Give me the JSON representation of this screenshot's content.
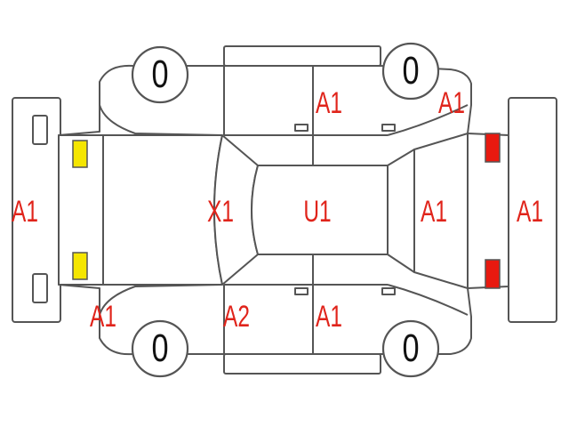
{
  "colors": {
    "damage_text": "#e0241b",
    "tyre_text": "#111111",
    "outline": "#555555",
    "front_lamp_fill": "#f5e600",
    "rear_lamp_fill": "#e8190f"
  },
  "tyres": {
    "front_left": "0",
    "rear_left": "0",
    "front_right": "0",
    "rear_right": "0"
  },
  "grades": {
    "front_bumper": "A1",
    "rear_bumper": "A1",
    "hood": "X1",
    "roof": "U1",
    "tailgate": "A1",
    "top_front_fender": "A1",
    "top_rear_doors": "A1",
    "bottom_front_fender": "A1",
    "bottom_front_door": "A2",
    "bottom_rear_door": "A1"
  }
}
